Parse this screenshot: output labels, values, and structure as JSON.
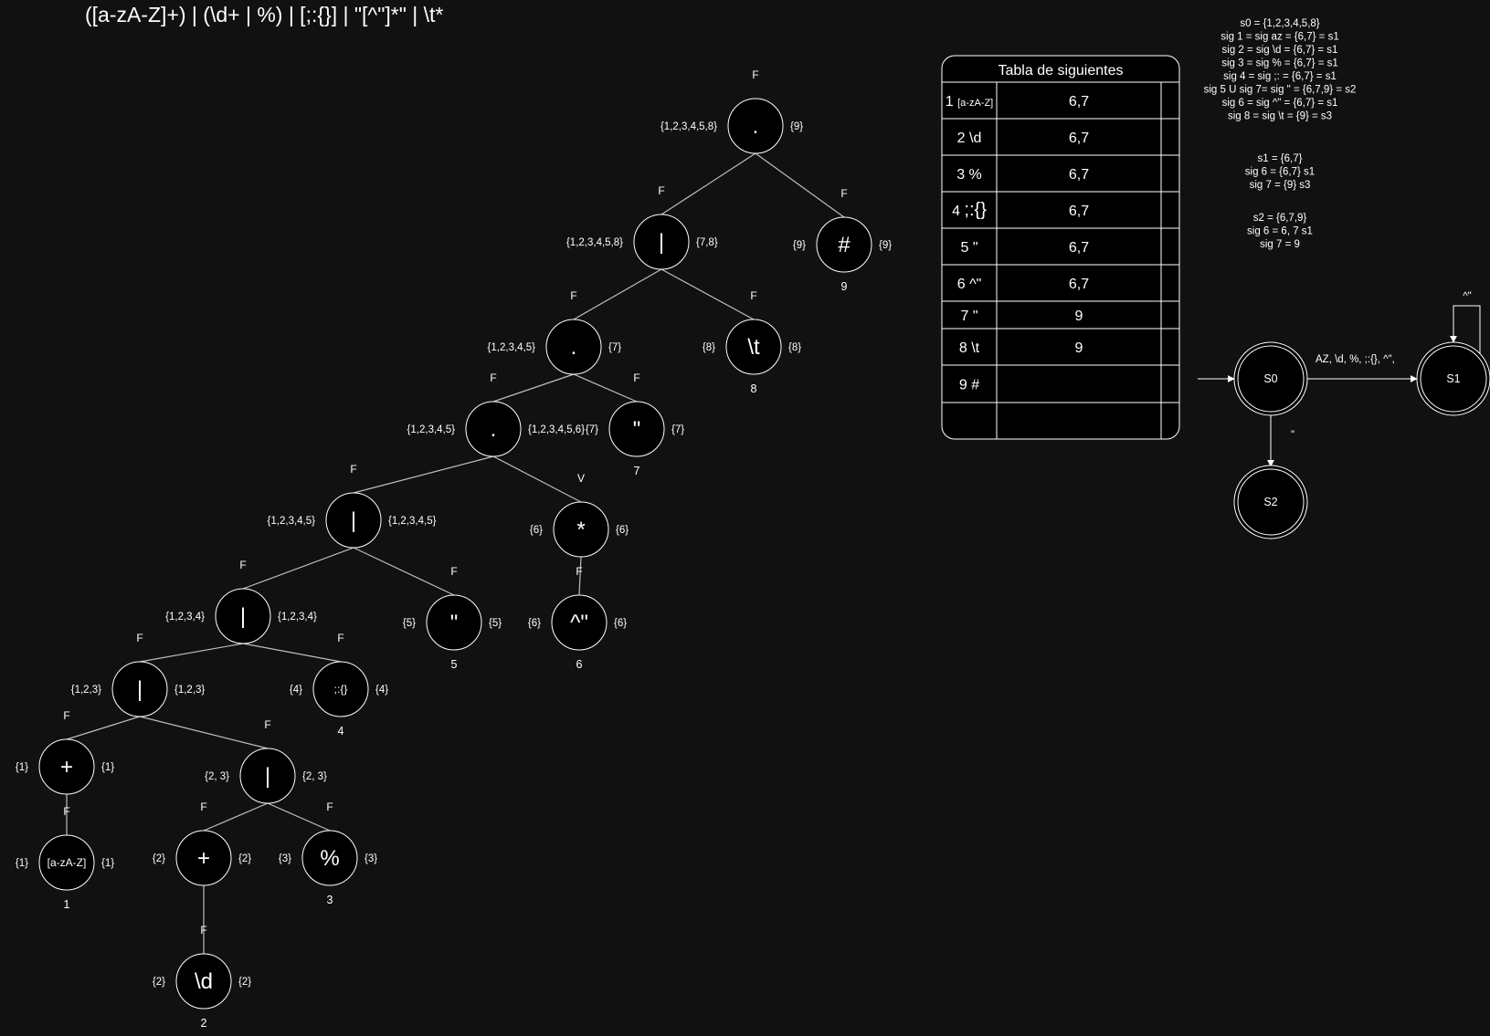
{
  "regex": "([a-zA-Z]+) | (\\d+ | %) | [;:{}] | \"[^\"]*\" | \\t*",
  "tree": {
    "nodes": [
      {
        "id": "n_root",
        "label": "."
      },
      {
        "id": "n_or1",
        "label": "|"
      },
      {
        "id": "n_hash",
        "label": "#"
      },
      {
        "id": "n_dot2",
        "label": "."
      },
      {
        "id": "n_tab",
        "label": "\\t"
      },
      {
        "id": "n_dot3",
        "label": "."
      },
      {
        "id": "n_q7",
        "label": "\""
      },
      {
        "id": "n_or2",
        "label": "|"
      },
      {
        "id": "n_star",
        "label": "*"
      },
      {
        "id": "n_or3",
        "label": "|"
      },
      {
        "id": "n_q5",
        "label": "\""
      },
      {
        "id": "n_caret",
        "label": "^\""
      },
      {
        "id": "n_or4",
        "label": "|"
      },
      {
        "id": "n_punct",
        "label": ";:{}"
      },
      {
        "id": "n_plus1",
        "label": "+"
      },
      {
        "id": "n_or5",
        "label": "|"
      },
      {
        "id": "n_az",
        "label": "[a-zA-Z]"
      },
      {
        "id": "n_plus2",
        "label": "+"
      },
      {
        "id": "n_pct",
        "label": "%"
      },
      {
        "id": "n_d",
        "label": "\\d"
      }
    ],
    "flags": [
      {
        "node": "n_root",
        "text": "F"
      },
      {
        "node": "n_or1",
        "text": "F"
      },
      {
        "node": "n_hash",
        "text": "F"
      },
      {
        "node": "n_dot2",
        "text": "F"
      },
      {
        "node": "n_tab",
        "text": "F"
      },
      {
        "node": "n_dot3",
        "text": "F"
      },
      {
        "node": "n_q7",
        "text": "F"
      },
      {
        "node": "n_or2",
        "text": "F"
      },
      {
        "node": "n_star",
        "text": "V"
      },
      {
        "node": "n_or3",
        "text": "F"
      },
      {
        "node": "n_q5",
        "text": "F"
      },
      {
        "node": "n_caret",
        "text": "F"
      },
      {
        "node": "n_or4",
        "text": "F"
      },
      {
        "node": "n_punct",
        "text": "F"
      },
      {
        "node": "n_plus1",
        "text": "F"
      },
      {
        "node": "n_or5",
        "text": "F"
      },
      {
        "node": "n_az",
        "text": "F"
      },
      {
        "node": "n_plus2",
        "text": "F"
      },
      {
        "node": "n_pct",
        "text": "F"
      },
      {
        "node": "n_d",
        "text": "F"
      }
    ],
    "first_sets": [
      {
        "node": "n_root",
        "text": "{1,2,3,4,5,8}"
      },
      {
        "node": "n_or1",
        "text": "{1,2,3,4,5,8}"
      },
      {
        "node": "n_hash",
        "text": "{9}"
      },
      {
        "node": "n_dot2",
        "text": "{1,2,3,4,5}"
      },
      {
        "node": "n_tab",
        "text": "{8}"
      },
      {
        "node": "n_dot3",
        "text": "{1,2,3,4,5}"
      },
      {
        "node": "n_q7",
        "text": "{7}"
      },
      {
        "node": "n_or2",
        "text": "{1,2,3,4,5}"
      },
      {
        "node": "n_star",
        "text": "{6}"
      },
      {
        "node": "n_or3",
        "text": "{1,2,3,4}"
      },
      {
        "node": "n_q5",
        "text": "{5}"
      },
      {
        "node": "n_caret",
        "text": "{6}"
      },
      {
        "node": "n_or4",
        "text": "{1,2,3}"
      },
      {
        "node": "n_punct",
        "text": "{4}"
      },
      {
        "node": "n_plus1",
        "text": "{1}"
      },
      {
        "node": "n_or5",
        "text": "{2, 3}"
      },
      {
        "node": "n_az",
        "text": "{1}"
      },
      {
        "node": "n_plus2",
        "text": "{2}"
      },
      {
        "node": "n_pct",
        "text": "{3}"
      },
      {
        "node": "n_d",
        "text": "{2}"
      }
    ],
    "last_sets": [
      {
        "node": "n_root",
        "text": "{9}"
      },
      {
        "node": "n_or1",
        "text": "{7,8}"
      },
      {
        "node": "n_hash",
        "text": "{9}"
      },
      {
        "node": "n_dot2",
        "text": "{7}"
      },
      {
        "node": "n_tab",
        "text": "{8}"
      },
      {
        "node": "n_dot3",
        "text": "{1,2,3,4,5,6}"
      },
      {
        "node": "n_q7",
        "text": "{7}"
      },
      {
        "node": "n_or2",
        "text": "{1,2,3,4,5}"
      },
      {
        "node": "n_star",
        "text": "{6}"
      },
      {
        "node": "n_or3",
        "text": "{1,2,3,4}"
      },
      {
        "node": "n_q5",
        "text": "{5}"
      },
      {
        "node": "n_caret",
        "text": "{6}"
      },
      {
        "node": "n_or4",
        "text": "{1,2,3}"
      },
      {
        "node": "n_punct",
        "text": "{4}"
      },
      {
        "node": "n_plus1",
        "text": "{1}"
      },
      {
        "node": "n_or5",
        "text": "{2, 3}"
      },
      {
        "node": "n_az",
        "text": "{1}"
      },
      {
        "node": "n_plus2",
        "text": "{2}"
      },
      {
        "node": "n_pct",
        "text": "{3}"
      },
      {
        "node": "n_d",
        "text": "{2}"
      }
    ],
    "positions": [
      {
        "node": "n_hash",
        "text": "9"
      },
      {
        "node": "n_tab",
        "text": "8"
      },
      {
        "node": "n_q7",
        "text": "7"
      },
      {
        "node": "n_q5",
        "text": "5"
      },
      {
        "node": "n_caret",
        "text": "6"
      },
      {
        "node": "n_punct",
        "text": "4"
      },
      {
        "node": "n_az",
        "text": "1"
      },
      {
        "node": "n_pct",
        "text": "3"
      },
      {
        "node": "n_d",
        "text": "2"
      }
    ],
    "edges": [
      [
        "n_root",
        "n_or1"
      ],
      [
        "n_root",
        "n_hash"
      ],
      [
        "n_or1",
        "n_dot2"
      ],
      [
        "n_or1",
        "n_tab"
      ],
      [
        "n_dot2",
        "n_dot3"
      ],
      [
        "n_dot2",
        "n_q7"
      ],
      [
        "n_dot3",
        "n_or2"
      ],
      [
        "n_dot3",
        "n_star"
      ],
      [
        "n_or2",
        "n_or3"
      ],
      [
        "n_or2",
        "n_q5"
      ],
      [
        "n_star",
        "n_caret"
      ],
      [
        "n_or3",
        "n_or4"
      ],
      [
        "n_or3",
        "n_punct"
      ],
      [
        "n_or4",
        "n_plus1"
      ],
      [
        "n_or4",
        "n_or5"
      ],
      [
        "n_plus1",
        "n_az"
      ],
      [
        "n_or5",
        "n_plus2"
      ],
      [
        "n_or5",
        "n_pct"
      ],
      [
        "n_plus2",
        "n_d"
      ]
    ]
  },
  "follow_table": {
    "title": "Tabla de siguientes",
    "rows": [
      {
        "pos": "1 ",
        "sym": "[a-zA-Z]",
        "follow": "6,7"
      },
      {
        "pos": "2 \\d",
        "sym": "",
        "follow": "6,7"
      },
      {
        "pos": "3 %",
        "sym": "",
        "follow": "6,7"
      },
      {
        "pos": "4 ",
        "sym": ";:{}",
        "follow": "6,7"
      },
      {
        "pos": "5 \"",
        "sym": "",
        "follow": "6,7"
      },
      {
        "pos": "6 ^\"",
        "sym": "",
        "follow": "6,7"
      },
      {
        "pos": "7 \"",
        "sym": "",
        "follow": "9"
      },
      {
        "pos": "8 \\t",
        "sym": "",
        "follow": "9"
      },
      {
        "pos": "9 #",
        "sym": "",
        "follow": ""
      },
      {
        "pos": "",
        "sym": "",
        "follow": ""
      }
    ]
  },
  "notes": [
    [
      "s0 = {1,2,3,4,5,8}",
      "sig 1 = sig az = {6,7} = s1",
      "sig 2 = sig \\d = {6,7} = s1",
      "sig 3 = sig % = {6,7} = s1",
      "sig 4 = sig ;: = {6,7} = s1",
      "sig 5 U sig 7= sig \" = {6,7,9} = s2",
      "sig 6 = sig ^\" = {6,7} = s1",
      "sig 8 = sig \\t = {9} = s3"
    ],
    [
      "s1 = {6,7}",
      "sig 6 = {6,7} s1",
      "sig 7 = {9} s3"
    ],
    [
      "s2 = {6,7,9}",
      "sig 6 = 6, 7 s1",
      "sig 7 = 9"
    ]
  ],
  "automaton": {
    "states": [
      {
        "id": "S0",
        "label": "S0"
      },
      {
        "id": "S1",
        "label": "S1"
      },
      {
        "id": "S2",
        "label": "S2"
      }
    ],
    "transitions": [
      {
        "from": "S0",
        "to": "S1",
        "label": "AZ, \\d, %, ;:{}, ^\","
      },
      {
        "from": "S0",
        "to": "S2",
        "label": "\""
      },
      {
        "from": "S1",
        "to": "S1",
        "label": "^\""
      }
    ]
  },
  "colors": {
    "background": "#111111",
    "ink": "#ffffff",
    "line": "#bdbdbd",
    "node_fill": "#000000"
  }
}
